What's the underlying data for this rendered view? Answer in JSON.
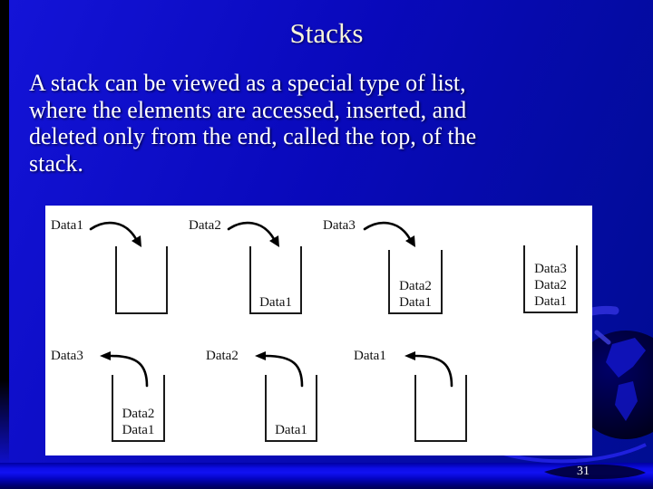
{
  "slide": {
    "title": "Stacks",
    "body_lines": [
      "A stack can be viewed as a special type of list,",
      "where the elements are accessed, inserted, and",
      "deleted only from the end, called the top, of the",
      "stack."
    ],
    "page_number": "31"
  },
  "diagram": {
    "description": "Stack push then pop sequence",
    "rows": [
      {
        "operation": "push",
        "groups": [
          {
            "label": "Data1",
            "arrow": "push-in",
            "stack": []
          },
          {
            "label": "Data2",
            "arrow": "push-in",
            "stack": [
              "Data1"
            ]
          },
          {
            "label": "Data3",
            "arrow": "push-in",
            "stack": [
              "Data2",
              "Data1"
            ]
          },
          {
            "label": null,
            "arrow": null,
            "stack": [
              "Data3",
              "Data2",
              "Data1"
            ]
          }
        ]
      },
      {
        "operation": "pop",
        "groups": [
          {
            "label": "Data3",
            "arrow": "pop-out",
            "stack": [
              "Data2",
              "Data1"
            ]
          },
          {
            "label": "Data2",
            "arrow": "pop-out",
            "stack": [
              "Data1"
            ]
          },
          {
            "label": "Data1",
            "arrow": "pop-out",
            "stack": []
          }
        ]
      }
    ]
  },
  "colors": {
    "background_top_left": "#1414d8",
    "background_bottom_right": "#000d90",
    "left_edge_bar": "#000000",
    "bottom_accent_bar": "#1111f2",
    "panel_background": "#ffffff",
    "title_text": "#f8f6dc",
    "body_text": "#ffffff",
    "diagram_ink": "#000000",
    "page_number_text": "#ffffff"
  }
}
